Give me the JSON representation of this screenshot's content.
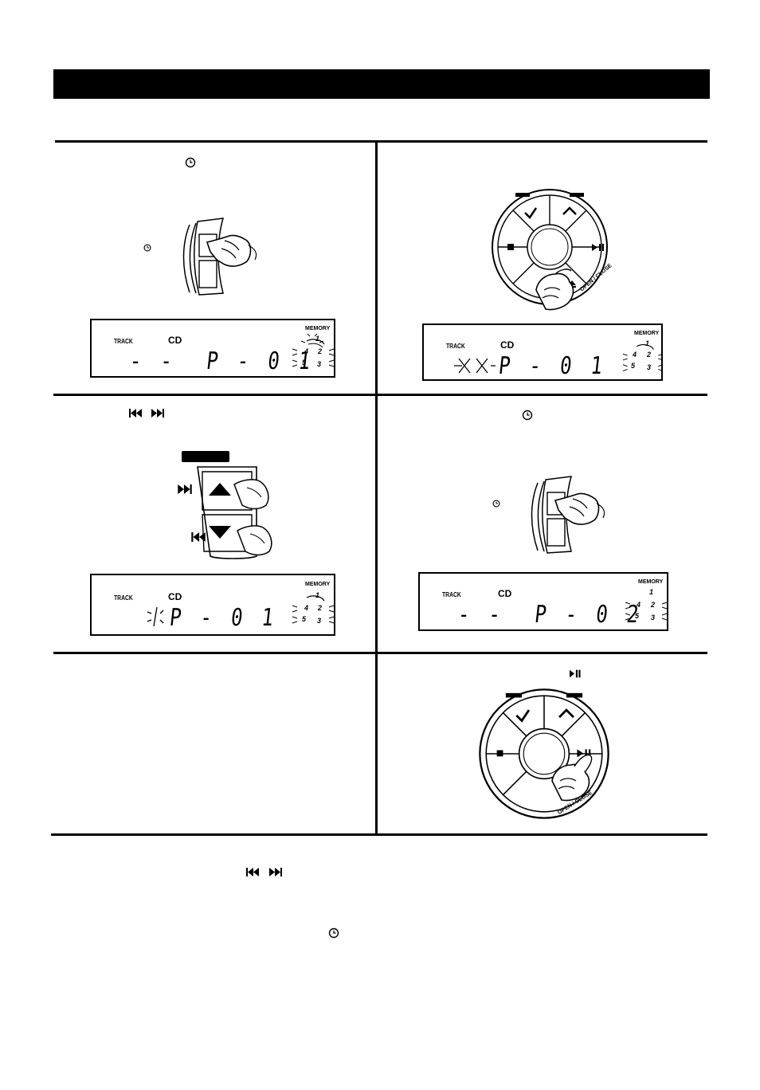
{
  "lcd": {
    "track_label": "TRACK",
    "cd_label": "CD",
    "memory_label": "MEMORY",
    "memory_digits": [
      "1",
      "2",
      "3",
      "4",
      "5"
    ]
  },
  "panels": [
    {
      "id": "step1",
      "display": "- -  P - 0 1",
      "icons": [
        "clock-icon"
      ]
    },
    {
      "id": "step2",
      "display": "P - 0 1",
      "icons": [
        "stop-icon",
        "play-pause-icon",
        "eject-icon"
      ],
      "dial_label": "OPEN / CLOSE"
    },
    {
      "id": "step3",
      "display": "P - 0 1",
      "icons": [
        "previous-track-icon",
        "next-track-icon"
      ]
    },
    {
      "id": "step4",
      "display": "- -  P - 0 2",
      "icons": [
        "clock-icon"
      ]
    },
    {
      "id": "step6",
      "dial_label": "OPEN / CLOSE",
      "icons": [
        "play-pause-icon"
      ]
    }
  ],
  "notes": {
    "icons": [
      "previous-track-icon",
      "next-track-icon",
      "clock-icon"
    ]
  }
}
